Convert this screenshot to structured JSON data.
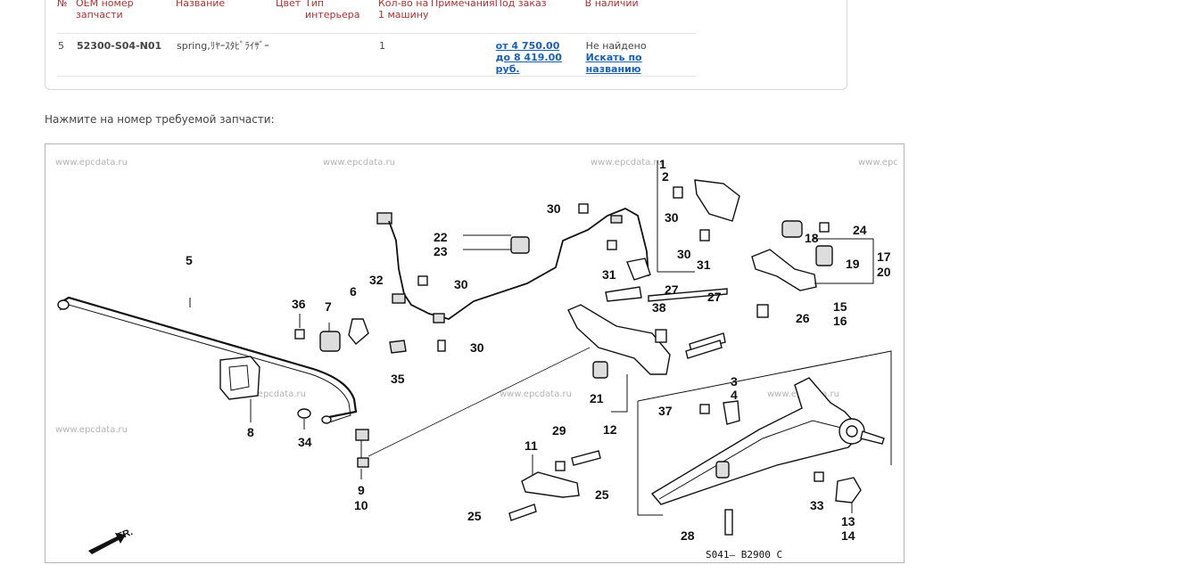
{
  "table": {
    "headers": [
      "№",
      "OEM номер запчасти",
      "Название",
      "Цвет",
      "Тип интерьера",
      "Кол-во на 1 машину",
      "Примечания",
      "Под заказ",
      "В наличии"
    ],
    "row": {
      "num": "5",
      "oem": "52300-S04-N01",
      "name": "spring,ﾘﾔｰｽﾀﾋﾞﾗｲｻﾞｰ",
      "color": "",
      "interior": "",
      "qty": "1",
      "notes": "",
      "price_from": "от 4 750.00",
      "price_to": "до 8 419.00 руб.",
      "stock_status": "Не найдено",
      "stock_search": "Искать по названию"
    }
  },
  "instruction": "Нажмите на номер требуемой запчасти:",
  "diagram": {
    "watermark": "www.epcdata.ru",
    "watermark_cut": "www.epc",
    "callouts": [
      "1",
      "2",
      "3",
      "4",
      "5",
      "6",
      "7",
      "8",
      "9",
      "10",
      "11",
      "12",
      "13",
      "14",
      "15",
      "16",
      "17",
      "18",
      "19",
      "20",
      "21",
      "22",
      "23",
      "24",
      "25",
      "26",
      "27",
      "28",
      "29",
      "30",
      "31",
      "32",
      "33",
      "34",
      "35",
      "36",
      "37",
      "38"
    ],
    "catalog_code": "S041— B2900 C",
    "front_label": "FR."
  }
}
